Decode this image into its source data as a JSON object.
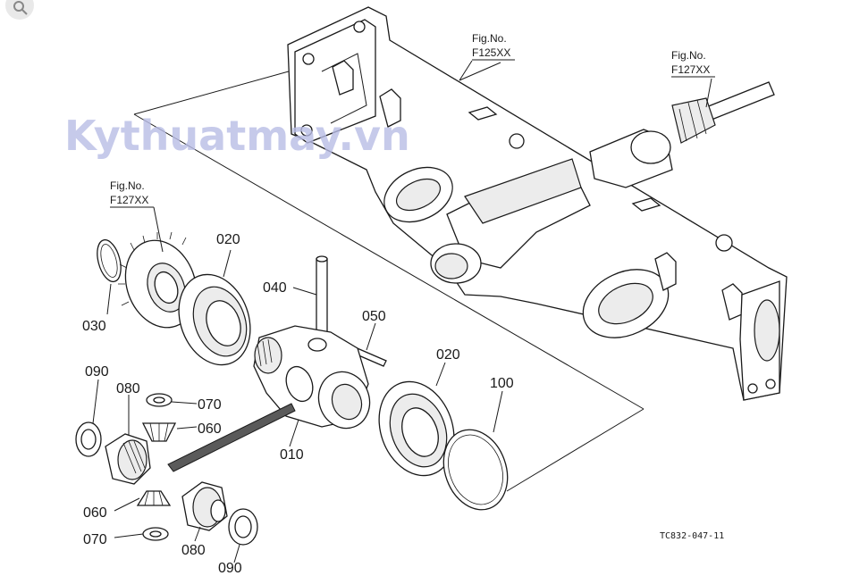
{
  "watermark": "Kythuatmay.vn",
  "fig_refs": [
    {
      "label": "Fig.No.",
      "code": "F125XX"
    },
    {
      "label": "Fig.No.",
      "code": "F127XX"
    },
    {
      "label": "Fig.No.",
      "code": "F127XX"
    }
  ],
  "part_labels": [
    "020",
    "040",
    "050",
    "030",
    "020",
    "100",
    "090",
    "080",
    "070",
    "060",
    "010",
    "060",
    "070",
    "080",
    "090"
  ],
  "drawing_code": "TC832-047-11",
  "search_icon": "magnifier-icon"
}
